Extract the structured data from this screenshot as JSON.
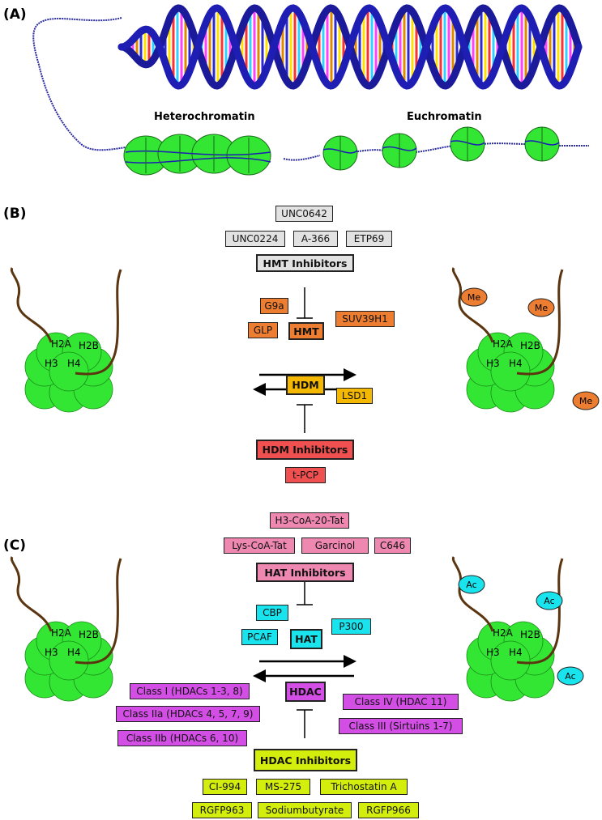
{
  "panel_a": {
    "label": "(A)",
    "heterochromatin": "Heterochromatin",
    "euchromatin": "Euchromatin"
  },
  "panel_b": {
    "label": "(B)",
    "hmt_inhibitors": [
      "UNC0642",
      "UNC0224",
      "A-366",
      "ETP69"
    ],
    "hmt_inhibitors_title": "HMT Inhibitors",
    "hmt_enzymes": [
      "G9a",
      "GLP",
      "SUV39H1"
    ],
    "hmt_label": "HMT",
    "hdm_label": "HDM",
    "hdm_enzymes": [
      "LSD1"
    ],
    "hdm_inhibitors_title": "HDM Inhibitors",
    "hdm_inhibitors": [
      "t-PCP"
    ],
    "histones": [
      "H2A",
      "H2B",
      "H3",
      "H4"
    ],
    "mark": "Me"
  },
  "panel_c": {
    "label": "(C)",
    "hat_inhibitors": [
      "H3-CoA-20-Tat",
      "Lys-CoA-Tat",
      "Garcinol",
      "C646"
    ],
    "hat_inhibitors_title": "HAT Inhibitors",
    "hat_enzymes": [
      "CBP",
      "PCAF",
      "P300"
    ],
    "hat_label": "HAT",
    "hdac_label": "HDAC",
    "hdac_classes": [
      "Class I (HDACs 1-3, 8)",
      "Class IIa (HDACs 4, 5, 7, 9)",
      "Class IIb (HDACs 6, 10)",
      "Class IV (HDAC 11)",
      "Class III (Sirtuins 1-7)"
    ],
    "hdac_inhibitors_title": "HDAC Inhibitors",
    "hdac_inhibitors": [
      "CI-994",
      "MS-275",
      "Trichostatin A",
      "RGFP963",
      "Sodiumbutyrate",
      "RGFP966"
    ],
    "histones": [
      "H2A",
      "H2B",
      "H3",
      "H4"
    ],
    "mark": "Ac"
  },
  "colors": {
    "dna_backbone": "#1e1eb4",
    "nucleosome": "#33e633",
    "histone_tail": "#5a3510",
    "hmt": "#ed7d31",
    "hdm": "#f4b800",
    "hdm_inhibitor": "#f05050",
    "hmt_inhibitor": "#e2e2e2",
    "hat": "#19e4ee",
    "hat_inhibitor": "#ee88b0",
    "hdac": "#d24ee4",
    "hdac_inhibitor": "#d3ee0c"
  }
}
